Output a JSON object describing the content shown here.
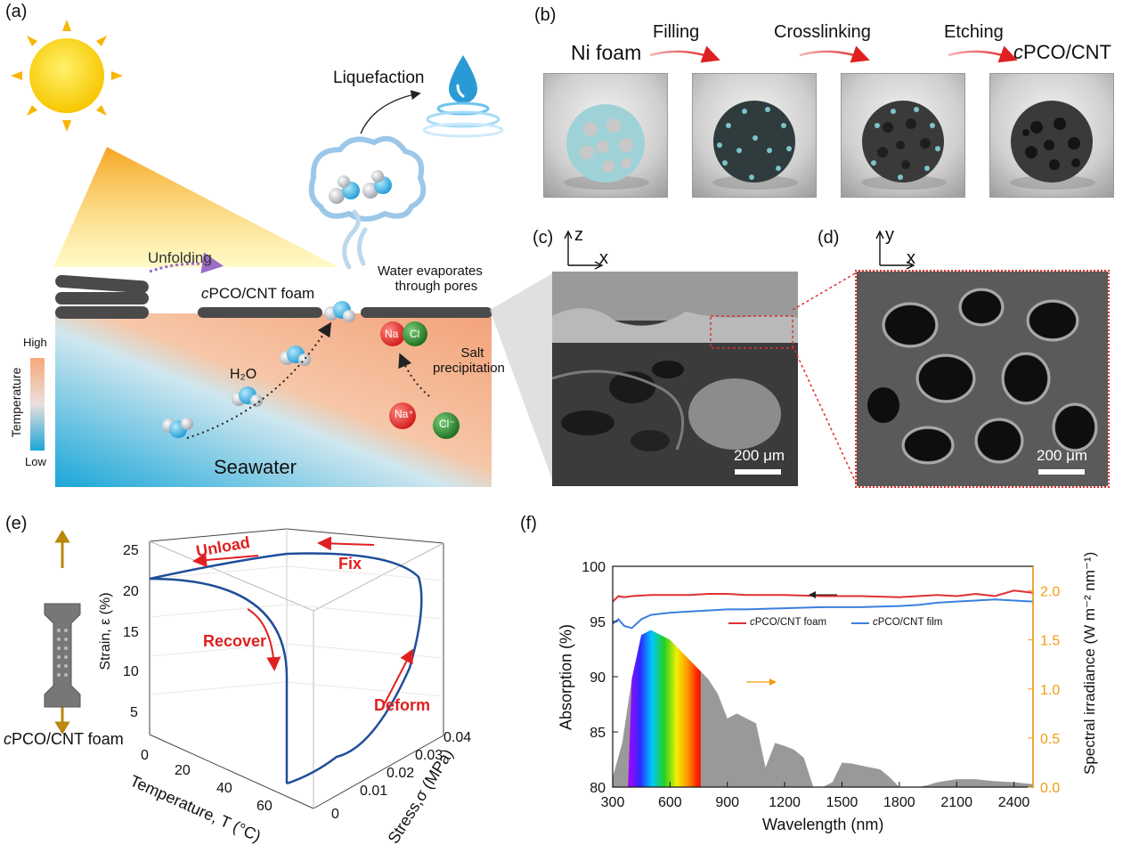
{
  "panels": {
    "a": "(a)",
    "b": "(b)",
    "c": "(c)",
    "d": "(d)",
    "e": "(e)",
    "f": "(f)"
  },
  "panel_a": {
    "liquefaction": "Liquefaction",
    "unfolding": "Unfolding",
    "foam_prefix": "c",
    "foam_label": "PCO/CNT foam",
    "evap_line1": "Water evaporates",
    "evap_line2": "through pores",
    "na": "Na",
    "cl": "Cl",
    "salt_line1": "Salt",
    "salt_line2": "precipitation",
    "h2o": "H₂O",
    "na_ion": "Na⁺",
    "cl_ion": "Cl⁻",
    "high": "High",
    "low": "Low",
    "temperature": "Temperature",
    "seawater": "Seawater"
  },
  "panel_b": {
    "ni_foam": "Ni foam",
    "filling": "Filling",
    "crosslinking": "Crosslinking",
    "etching": "Etching",
    "product_prefix": "c",
    "product": "PCO/CNT"
  },
  "panel_c": {
    "axis_v": "z",
    "axis_h": "x",
    "scale": "200 μm"
  },
  "panel_d": {
    "axis_v": "y",
    "axis_h": "x",
    "scale": "200 μm"
  },
  "panel_e": {
    "sample_prefix": "c",
    "sample_label": "PCO/CNT foam",
    "unload": "Unload",
    "fix": "Fix",
    "recover": "Recover",
    "deform": "Deform",
    "strain_label": "Strain, ε (%)",
    "temp_label": "Temperature, T (°C)",
    "stress_label": "Stress,σ (MPa)",
    "strain_ticks": [
      "5",
      "10",
      "15",
      "20",
      "25"
    ],
    "temp_ticks": [
      "0",
      "20",
      "40",
      "60"
    ],
    "stress_ticks": [
      "0",
      "0.01",
      "0.02",
      "0.03",
      "0.04"
    ],
    "colors": {
      "curve": "#1f4e9a",
      "annotation": "#e02020"
    }
  },
  "chart_data": {
    "type": "line",
    "xlabel": "Wavelength (nm)",
    "ylabel": "Absorption (%)",
    "y2label": "Spectral irradiance (W m⁻² nm⁻¹)",
    "xlim": [
      300,
      2500
    ],
    "ylim": [
      80,
      100
    ],
    "y2lim": [
      0.0,
      2.25
    ],
    "xticks": [
      "300",
      "600",
      "900",
      "1200",
      "1500",
      "1800",
      "2100",
      "2400"
    ],
    "yticks": [
      "80",
      "85",
      "90",
      "95",
      "100"
    ],
    "y2ticks": [
      "0.0",
      "0.5",
      "1.0",
      "1.5",
      "2.0"
    ],
    "legend_position": "upper-middle",
    "series": [
      {
        "name_prefix": "c",
        "name": "PCO/CNT foam",
        "axis": "left",
        "color": "#e03030",
        "x": [
          300,
          330,
          360,
          400,
          500,
          600,
          700,
          800,
          900,
          1000,
          1200,
          1400,
          1600,
          1800,
          1900,
          2000,
          2100,
          2200,
          2300,
          2400,
          2500
        ],
        "y": [
          96.8,
          97.3,
          97.2,
          97.3,
          97.4,
          97.4,
          97.4,
          97.5,
          97.5,
          97.4,
          97.4,
          97.3,
          97.3,
          97.2,
          97.3,
          97.4,
          97.3,
          97.5,
          97.3,
          97.8,
          97.6
        ]
      },
      {
        "name_prefix": "c",
        "name": "PCO/CNT film",
        "axis": "left",
        "color": "#3a7fe0",
        "x": [
          300,
          330,
          360,
          400,
          450,
          500,
          600,
          700,
          800,
          900,
          1000,
          1200,
          1400,
          1600,
          1800,
          1900,
          2000,
          2100,
          2200,
          2300,
          2400,
          2500
        ],
        "y": [
          94.8,
          95.2,
          94.6,
          94.4,
          95.2,
          95.6,
          95.8,
          95.9,
          96.0,
          96.1,
          96.1,
          96.2,
          96.3,
          96.3,
          96.4,
          96.5,
          96.7,
          96.8,
          96.9,
          97.0,
          96.9,
          96.8
        ]
      },
      {
        "name": "",
        "axis": "right",
        "color": "#999999",
        "x": [
          300,
          350,
          400,
          450,
          500,
          550,
          600,
          650,
          700,
          750,
          800,
          850,
          900,
          950,
          1000,
          1050,
          1100,
          1150,
          1200,
          1250,
          1300,
          1350,
          1400,
          1450,
          1500,
          1550,
          1600,
          1650,
          1700,
          1750,
          1800,
          1850,
          1900,
          1950,
          2000,
          2100,
          2200,
          2300,
          2400,
          2500
        ],
        "y": [
          0.1,
          0.45,
          1.1,
          1.55,
          1.6,
          1.55,
          1.5,
          1.4,
          1.3,
          1.2,
          1.1,
          0.95,
          0.7,
          0.75,
          0.7,
          0.65,
          0.2,
          0.45,
          0.42,
          0.38,
          0.3,
          0.0,
          0.0,
          0.05,
          0.25,
          0.24,
          0.22,
          0.2,
          0.18,
          0.1,
          0.0,
          0.0,
          0.0,
          0.02,
          0.05,
          0.08,
          0.08,
          0.06,
          0.05,
          0.03
        ]
      }
    ],
    "arrows": [
      {
        "toward": "left",
        "color": "#111111"
      },
      {
        "toward": "right",
        "color": "#f39c12"
      }
    ]
  }
}
